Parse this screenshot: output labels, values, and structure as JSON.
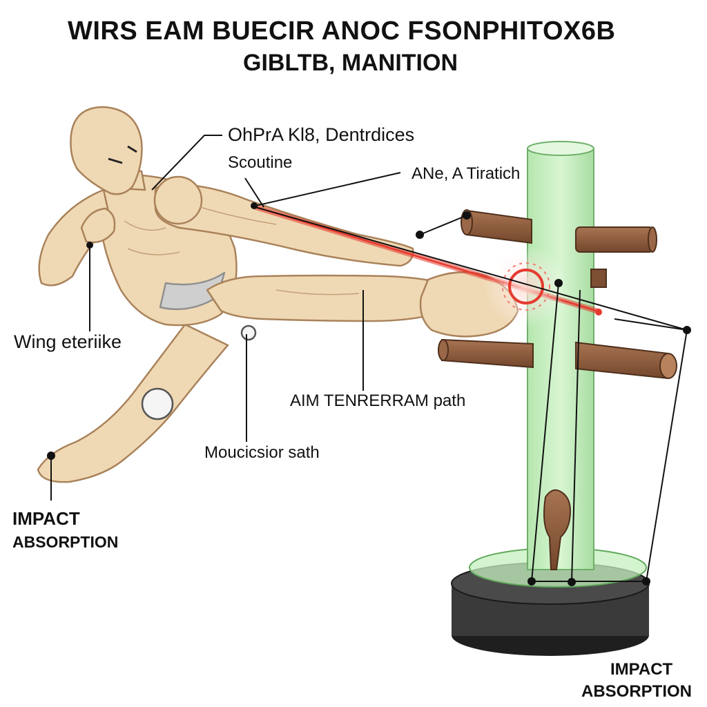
{
  "title": "WIRS EAM BUECIR ANOC FSONPHITOX6B",
  "subtitle": "GIBLTB, MANITION",
  "labels": {
    "top_label_1": "OhPrA Kl8, Dentrdices",
    "top_label_2": "Scoutine",
    "mid_label": "ANe, A Tiratich",
    "left_label": "Wing eteriike",
    "center_label": "AIM TENRERRAM path",
    "lower_label": "Moucicsior sath",
    "impact_left_line1": "IMPACT",
    "impact_left_line2": "ABSORPTION",
    "impact_right_line1": "IMPACT",
    "impact_right_line2": "ABSORPTION"
  },
  "colors": {
    "skin": "#efd9b4",
    "skin_outline": "#a9825a",
    "dummy_body": "#c9f0c4",
    "dummy_edge": "#6fae6a",
    "arm_wood": "#8a5a3b",
    "base": "#2e2e2e",
    "trajectory_red": "#e53b2f",
    "leader_line": "#111111"
  }
}
